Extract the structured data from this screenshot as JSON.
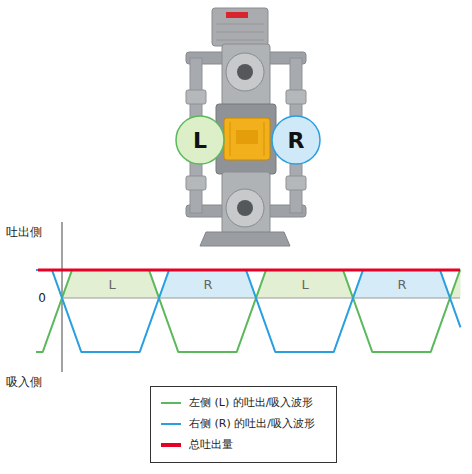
{
  "diagram": {
    "nodes": [
      {
        "text": [
          "L"
        ]
      },
      {
        "text": [
          "R"
        ]
      }
    ],
    "labels": [
      "吐出側",
      "0",
      "吸入側",
      "L",
      "R",
      "L",
      "R"
    ],
    "legend": [
      {
        "text": "左侧 (L) 的吐出/吸入波形",
        "color": "#5cb85c"
      },
      {
        "text": "右侧 (R) 的吐出/吸入波形",
        "color": "#2a9fe0"
      },
      {
        "text": "总吐出量",
        "color": "#e60026"
      }
    ]
  }
}
